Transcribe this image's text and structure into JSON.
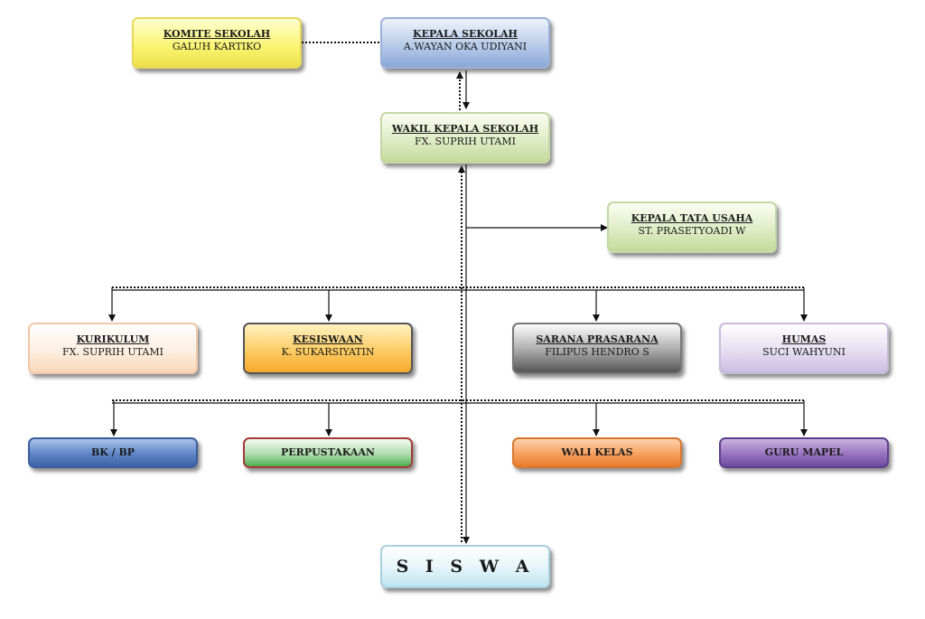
{
  "nodes": {
    "komite": {
      "title": "KOMITE SEKOLAH",
      "name": "GALUH KARTIKO"
    },
    "kepala": {
      "title": "KEPALA SEKOLAH",
      "name": "A.WAYAN OKA UDIYANI"
    },
    "wakil": {
      "title": "WAKIL KEPALA SEKOLAH",
      "name": "FX. SUPRIH UTAMI"
    },
    "tata_usaha": {
      "title": "KEPALA TATA USAHA",
      "name": "ST. PRASETYOADI  W"
    },
    "kurikulum": {
      "title": "KURIKULUM",
      "name": "FX. SUPRIH UTAMI"
    },
    "kesiswaan": {
      "title": "KESISWAAN",
      "name": "K. SUKARSIYATIN"
    },
    "sarana": {
      "title": "SARANA PRASARANA",
      "name": "FILIPUS HENDRO  S"
    },
    "humas": {
      "title": "HUMAS",
      "name": "SUCI WAHYUNI"
    },
    "bk": {
      "title": "BK / BP"
    },
    "perpustakaan": {
      "title": "PERPUSTAKAAN"
    },
    "wali_kelas": {
      "title": "WALI KELAS"
    },
    "guru_mapel": {
      "title": "GURU MAPEL"
    },
    "siswa": {
      "title": "S I S W A"
    }
  },
  "colors": {
    "komite": "#f9f36e",
    "kepala": "#b8cbe9",
    "wakil": "#dfecc5",
    "tata_usaha": "#dfecc5",
    "kurikulum": "#fdefe2",
    "kesiswaan": "#fccc63",
    "sarana": "#8a8a8a",
    "humas": "#e5def0",
    "bk": "#5f85c8",
    "perpustakaan": "#4cae4f",
    "wali_kelas": "#f7a05d",
    "guru_mapel": "#9873c0",
    "siswa": "#e4f4f9",
    "line": "#111111"
  }
}
